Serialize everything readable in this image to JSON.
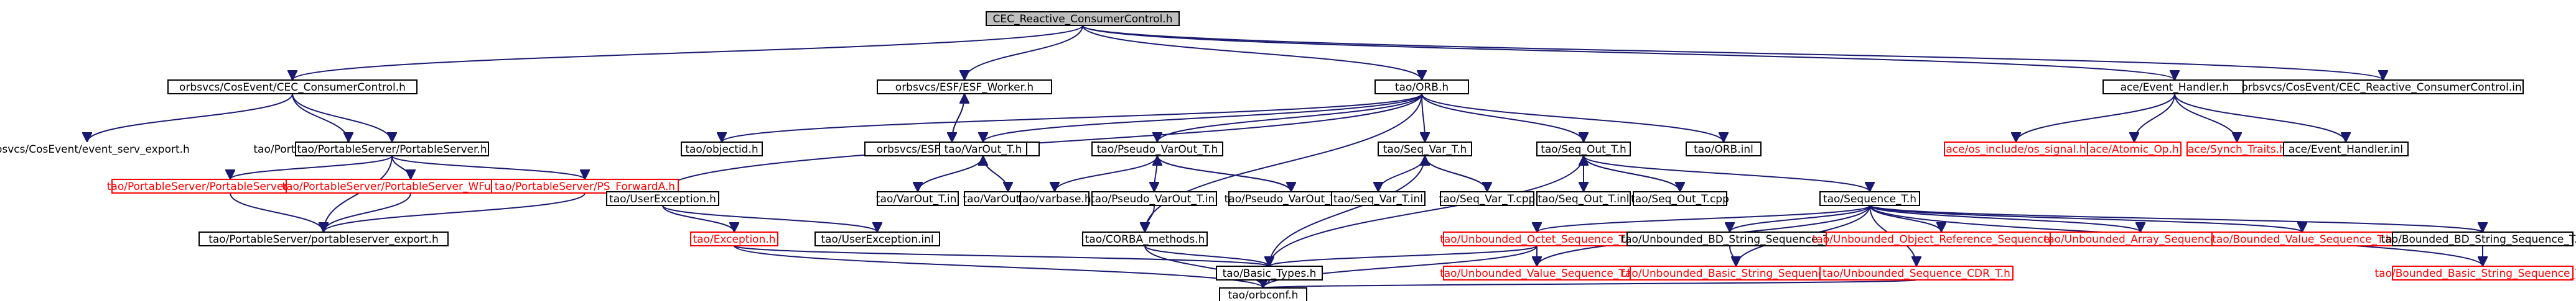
{
  "title": "CEC_Reactive_ConsumerControl.h",
  "colors": {
    "edge": "#191970",
    "root_fill": "#bfbfbf",
    "missing": "#ff0000"
  },
  "nodes": [
    {
      "id": "root",
      "label": "CEC_Reactive_ConsumerControl.h",
      "style": "root"
    },
    {
      "id": "cec_consumer",
      "label": "orbsvcs/CosEvent/CEC_ConsumerControl.h",
      "style": "box"
    },
    {
      "id": "esf_worker",
      "label": "orbsvcs/ESF/ESF_Worker.h",
      "style": "box"
    },
    {
      "id": "orb_h",
      "label": "tao/ORB.h",
      "style": "box"
    },
    {
      "id": "ace_event_handler",
      "label": "ace/Event_Handler.h",
      "style": "box"
    },
    {
      "id": "cec_reactive_inl",
      "label": "orbsvcs/CosEvent/CEC_Reactive_ConsumerControl.inl",
      "style": "box"
    },
    {
      "id": "event_serv_export",
      "label": "orbsvcs/CosEvent/event_serv_export.h",
      "style": "plain"
    },
    {
      "id": "ps_portableserver_h",
      "label": "tao/PortableServer/PortableServer.h",
      "style": "plain"
    },
    {
      "id": "portableserver_h",
      "label": "tao/PortableServer/PortableServer.h",
      "style": "box"
    },
    {
      "id": "esf_worker_cpp",
      "label": "orbsvcs/ESF/ESF_Worker.cpp",
      "style": "box"
    },
    {
      "id": "objectid",
      "label": "tao/objectid.h",
      "style": "box"
    },
    {
      "id": "varout_h",
      "label": "tao/VarOut_T.h",
      "style": "box"
    },
    {
      "id": "pseudo_varout_h",
      "label": "tao/Pseudo_VarOut_T.h",
      "style": "box"
    },
    {
      "id": "seq_var_h",
      "label": "tao/Seq_Var_T.h",
      "style": "box"
    },
    {
      "id": "seq_out_h",
      "label": "tao/Seq_Out_T.h",
      "style": "box"
    },
    {
      "id": "orb_inl",
      "label": "tao/ORB.inl",
      "style": "box"
    },
    {
      "id": "os_signal",
      "label": "ace/os_include/os_signal.h",
      "style": "missing"
    },
    {
      "id": "atomic_op",
      "label": "ace/Atomic_Op.h",
      "style": "missing"
    },
    {
      "id": "synch_traits",
      "label": "ace/Synch_Traits.h",
      "style": "missing"
    },
    {
      "id": "ace_event_handler_inl",
      "label": "ace/Event_Handler.inl",
      "style": "box"
    },
    {
      "id": "ps_functions",
      "label": "tao/PortableServer/PortableServer_Functions.h",
      "style": "missing"
    },
    {
      "id": "ps_wfunctions",
      "label": "tao/PortableServer/PortableServer_WFunctions.h",
      "style": "missing"
    },
    {
      "id": "ps_forwarda",
      "label": "tao/PortableServer/PS_ForwardA.h",
      "style": "missing"
    },
    {
      "id": "user_exception_h",
      "label": "tao/UserException.h",
      "style": "box"
    },
    {
      "id": "varout_inl",
      "label": "tao/VarOut_T.inl",
      "style": "box"
    },
    {
      "id": "varout_cpp",
      "label": "tao/VarOut_T.cpp",
      "style": "box"
    },
    {
      "id": "varbase",
      "label": "tao/varbase.h",
      "style": "box"
    },
    {
      "id": "pseudo_varout_inl",
      "label": "tao/Pseudo_VarOut_T.inl",
      "style": "box"
    },
    {
      "id": "pseudo_varout_cpp",
      "label": "tao/Pseudo_VarOut_T.cpp",
      "style": "box"
    },
    {
      "id": "seq_var_inl",
      "label": "tao/Seq_Var_T.inl",
      "style": "box"
    },
    {
      "id": "seq_var_cpp",
      "label": "tao/Seq_Var_T.cpp",
      "style": "box"
    },
    {
      "id": "seq_out_inl",
      "label": "tao/Seq_Out_T.inl",
      "style": "box"
    },
    {
      "id": "seq_out_cpp",
      "label": "tao/Seq_Out_T.cpp",
      "style": "box"
    },
    {
      "id": "sequence_t",
      "label": "tao/Sequence_T.h",
      "style": "box"
    },
    {
      "id": "ps_export",
      "label": "tao/PortableServer/portableserver_export.h",
      "style": "box"
    },
    {
      "id": "exception_h",
      "label": "tao/Exception.h",
      "style": "missing"
    },
    {
      "id": "user_exception_inl",
      "label": "tao/UserException.inl",
      "style": "box"
    },
    {
      "id": "corba_methods",
      "label": "tao/CORBA_methods.h",
      "style": "box"
    },
    {
      "id": "unb_octet_seq",
      "label": "tao/Unbounded_Octet_Sequence_T.h",
      "style": "missing"
    },
    {
      "id": "unb_bd_string_seq",
      "label": "tao/Unbounded_BD_String_Sequence_T.h",
      "style": "box"
    },
    {
      "id": "unb_objref_seq",
      "label": "tao/Unbounded_Object_Reference_Sequence_T.h",
      "style": "missing"
    },
    {
      "id": "unb_array_seq",
      "label": "tao/Unbounded_Array_Sequence_T.h",
      "style": "missing"
    },
    {
      "id": "bd_value_seq",
      "label": "tao/Bounded_Value_Sequence_T.h",
      "style": "missing"
    },
    {
      "id": "bd_bd_string_seq",
      "label": "tao/Bounded_BD_String_Sequence_T.h",
      "style": "box"
    },
    {
      "id": "basic_types",
      "label": "tao/Basic_Types.h",
      "style": "box"
    },
    {
      "id": "unb_value_seq",
      "label": "tao/Unbounded_Value_Sequence_T.h",
      "style": "missing"
    },
    {
      "id": "unb_basic_string_seq",
      "label": "tao/Unbounded_Basic_String_Sequence_T.h",
      "style": "missing"
    },
    {
      "id": "unb_seq_cdr",
      "label": "tao/Unbounded_Sequence_CDR_T.h",
      "style": "missing"
    },
    {
      "id": "bd_basic_string_seq",
      "label": "tao/Bounded_Basic_String_Sequence_T.h",
      "style": "missing"
    },
    {
      "id": "orbconf",
      "label": "tao/orbconf.h",
      "style": "box"
    }
  ],
  "edges": [
    [
      "root",
      "cec_consumer"
    ],
    [
      "root",
      "esf_worker"
    ],
    [
      "root",
      "orb_h"
    ],
    [
      "root",
      "ace_event_handler"
    ],
    [
      "root",
      "cec_reactive_inl"
    ],
    [
      "cec_consumer",
      "event_serv_export"
    ],
    [
      "cec_consumer",
      "ps_portableserver_h"
    ],
    [
      "cec_consumer",
      "portableserver_h"
    ],
    [
      "esf_worker",
      "esf_worker_cpp"
    ],
    [
      "esf_worker_cpp",
      "esf_worker"
    ],
    [
      "orb_h",
      "user_exception_h"
    ],
    [
      "orb_h",
      "objectid"
    ],
    [
      "orb_h",
      "varout_h"
    ],
    [
      "orb_h",
      "pseudo_varout_h"
    ],
    [
      "orb_h",
      "seq_var_h"
    ],
    [
      "orb_h",
      "seq_out_h"
    ],
    [
      "orb_h",
      "orb_inl"
    ],
    [
      "orb_h",
      "corba_methods"
    ],
    [
      "ace_event_handler",
      "os_signal"
    ],
    [
      "ace_event_handler",
      "atomic_op"
    ],
    [
      "ace_event_handler",
      "synch_traits"
    ],
    [
      "ace_event_handler",
      "ace_event_handler_inl"
    ],
    [
      "portableserver_h",
      "ps_functions"
    ],
    [
      "portableserver_h",
      "ps_wfunctions"
    ],
    [
      "portableserver_h",
      "ps_forwarda"
    ],
    [
      "portableserver_h",
      "ps_export"
    ],
    [
      "ps_functions",
      "ps_export"
    ],
    [
      "ps_wfunctions",
      "ps_export"
    ],
    [
      "ps_forwarda",
      "ps_export"
    ],
    [
      "varout_h",
      "varout_inl"
    ],
    [
      "varout_h",
      "varout_cpp"
    ],
    [
      "varout_cpp",
      "varout_h"
    ],
    [
      "pseudo_varout_h",
      "varbase"
    ],
    [
      "pseudo_varout_h",
      "pseudo_varout_inl"
    ],
    [
      "pseudo_varout_h",
      "pseudo_varout_cpp"
    ],
    [
      "pseudo_varout_cpp",
      "pseudo_varout_h"
    ],
    [
      "pseudo_varout_inl",
      "corba_methods"
    ],
    [
      "seq_var_h",
      "seq_var_inl"
    ],
    [
      "seq_var_h",
      "seq_var_cpp"
    ],
    [
      "seq_var_cpp",
      "seq_var_h"
    ],
    [
      "seq_var_h",
      "basic_types"
    ],
    [
      "seq_out_h",
      "seq_out_inl"
    ],
    [
      "seq_out_h",
      "seq_out_cpp"
    ],
    [
      "seq_out_cpp",
      "seq_out_h"
    ],
    [
      "seq_out_h",
      "sequence_t"
    ],
    [
      "seq_out_h",
      "basic_types"
    ],
    [
      "user_exception_h",
      "exception_h"
    ],
    [
      "user_exception_h",
      "user_exception_inl"
    ],
    [
      "exception_h",
      "basic_types"
    ],
    [
      "exception_h",
      "orbconf"
    ],
    [
      "corba_methods",
      "basic_types"
    ],
    [
      "corba_methods",
      "orbconf"
    ],
    [
      "sequence_t",
      "unb_octet_seq"
    ],
    [
      "sequence_t",
      "unb_value_seq"
    ],
    [
      "sequence_t",
      "unb_bd_string_seq"
    ],
    [
      "sequence_t",
      "unb_basic_string_seq"
    ],
    [
      "sequence_t",
      "unb_objref_seq"
    ],
    [
      "sequence_t",
      "unb_array_seq"
    ],
    [
      "sequence_t",
      "bd_value_seq"
    ],
    [
      "sequence_t",
      "bd_bd_string_seq"
    ],
    [
      "sequence_t",
      "bd_basic_string_seq"
    ],
    [
      "sequence_t",
      "unb_seq_cdr"
    ],
    [
      "unb_octet_seq",
      "basic_types"
    ],
    [
      "unb_octet_seq",
      "unb_value_seq"
    ],
    [
      "unb_octet_seq",
      "orbconf"
    ],
    [
      "unb_bd_string_seq",
      "unb_basic_string_seq"
    ],
    [
      "bd_bd_string_seq",
      "bd_basic_string_seq"
    ],
    [
      "unb_seq_cdr",
      "orbconf"
    ],
    [
      "basic_types",
      "orbconf"
    ]
  ]
}
